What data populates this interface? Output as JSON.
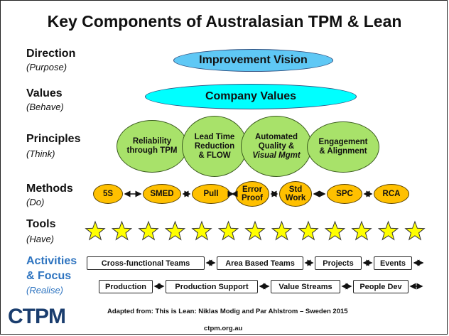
{
  "title": "Key Components of Australasian TPM & Lean",
  "levels": [
    {
      "name": "Direction",
      "sub": "(Purpose)"
    },
    {
      "name": "Values",
      "sub": "(Behave)"
    },
    {
      "name": "Principles",
      "sub": "(Think)"
    },
    {
      "name": "Methods",
      "sub": "(Do)"
    },
    {
      "name": "Tools",
      "sub": "(Have)"
    },
    {
      "name": "Activities",
      "name2": "& Focus",
      "sub": "(Realise)"
    }
  ],
  "direction": "Improvement Vision",
  "values": "Company Values",
  "principles": [
    {
      "l1": "Reliability",
      "l2": "through TPM",
      "l3": ""
    },
    {
      "l1": "Lead Time",
      "l2": "Reduction",
      "l3": "& FLOW"
    },
    {
      "l1": "Automated",
      "l2": "Quality &",
      "l3": "Visual Mgmt"
    },
    {
      "l1": "Engagement",
      "l2": "& Alignment",
      "l3": ""
    }
  ],
  "methods": [
    {
      "l1": "5S",
      "l2": ""
    },
    {
      "l1": "SMED",
      "l2": ""
    },
    {
      "l1": "Pull",
      "l2": ""
    },
    {
      "l1": "Error",
      "l2": "Proof"
    },
    {
      "l1": "Std",
      "l2": "Work"
    },
    {
      "l1": "SPC",
      "l2": ""
    },
    {
      "l1": "RCA",
      "l2": ""
    }
  ],
  "tools_star_count": 13,
  "activities_row1": [
    "Cross-functional Teams",
    "Area Based Teams",
    "Projects",
    "Events"
  ],
  "activities_row2": [
    "Production",
    "Production Support",
    "Value Streams",
    "People Dev"
  ],
  "footer_credit": "Adapted from: This is Lean: Niklas Modig and Par Ahlstrom – Sweden 2015",
  "footer_url": "ctpm.org.au",
  "logo": "CTPM",
  "colors": {
    "cyan": "#00ffff",
    "vision": "#5fc8f5",
    "green": "#a8e26a",
    "orange": "#ffc000",
    "star": "#ffff00",
    "activities_blue": "#2e74c0"
  }
}
